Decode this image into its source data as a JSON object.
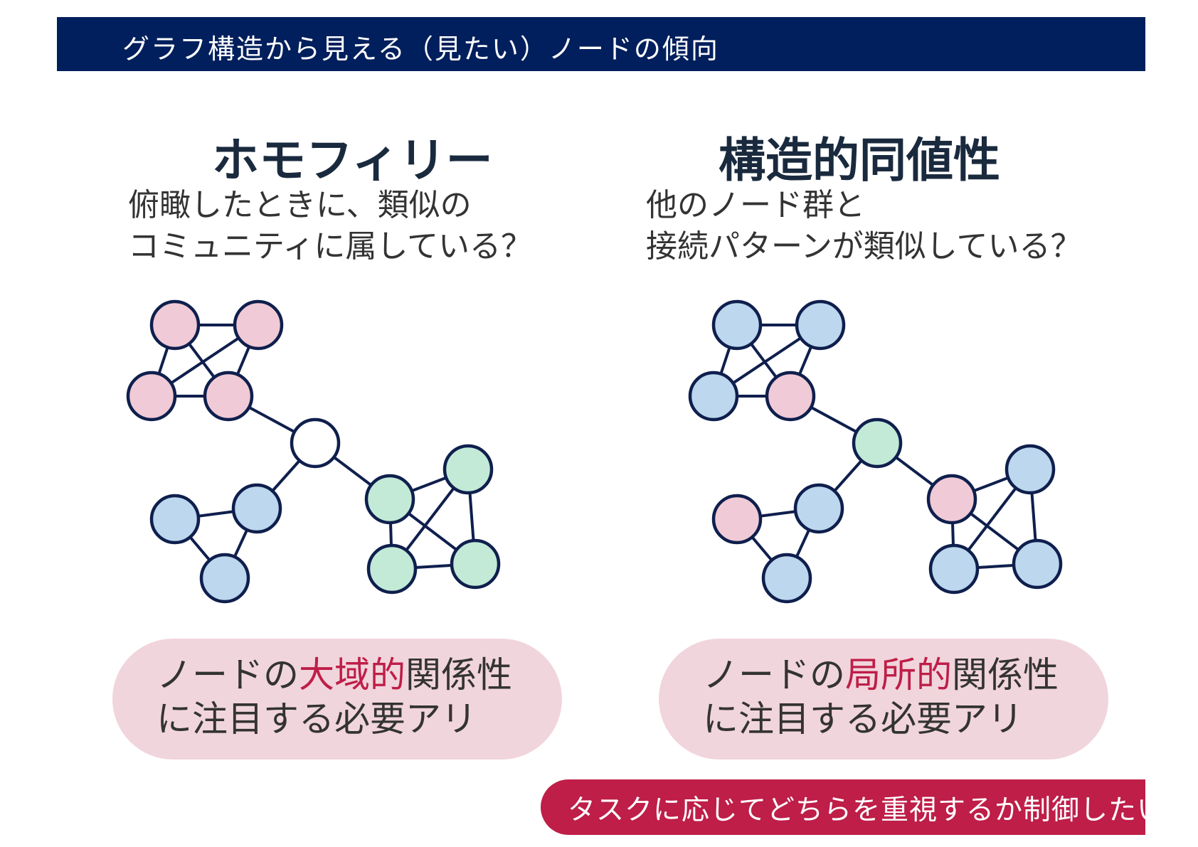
{
  "header": {
    "title": "グラフ構造から見える（見たい）ノードの傾向"
  },
  "left": {
    "title": "ホモフィリー",
    "desc_line1": "俯瞰したときに、類似の",
    "desc_line2": "コミュニティに属している？",
    "pill_pre": "ノードの",
    "pill_accent": "大域的",
    "pill_post": "関係性",
    "pill_line2": "に注目する必要アリ",
    "node_colors": [
      "pink",
      "pink",
      "pink",
      "pink",
      "white",
      "blue",
      "blue",
      "blue",
      "green",
      "green",
      "green",
      "green"
    ]
  },
  "right": {
    "title": "構造的同値性",
    "desc_line1": "他のノード群と",
    "desc_line2": "接続パターンが類似している？",
    "pill_pre": "ノードの",
    "pill_accent": "局所的",
    "pill_post": "関係性",
    "pill_line2": "に注目する必要アリ",
    "node_colors": [
      "blue",
      "blue",
      "blue",
      "pink",
      "green",
      "blue",
      "pink",
      "blue",
      "pink",
      "blue",
      "blue",
      "blue"
    ]
  },
  "banner": {
    "text": "タスクに応じてどちらを重視するか制御したい"
  },
  "colors": {
    "header_bg": "#001f5c",
    "accent": "#be1e48",
    "pill_bg": "#f1d5dc",
    "edge": "#0f1f4d",
    "pink": "#f0cad6",
    "blue": "#bcd7ee",
    "green": "#c2ead7",
    "white": "#ffffff"
  }
}
